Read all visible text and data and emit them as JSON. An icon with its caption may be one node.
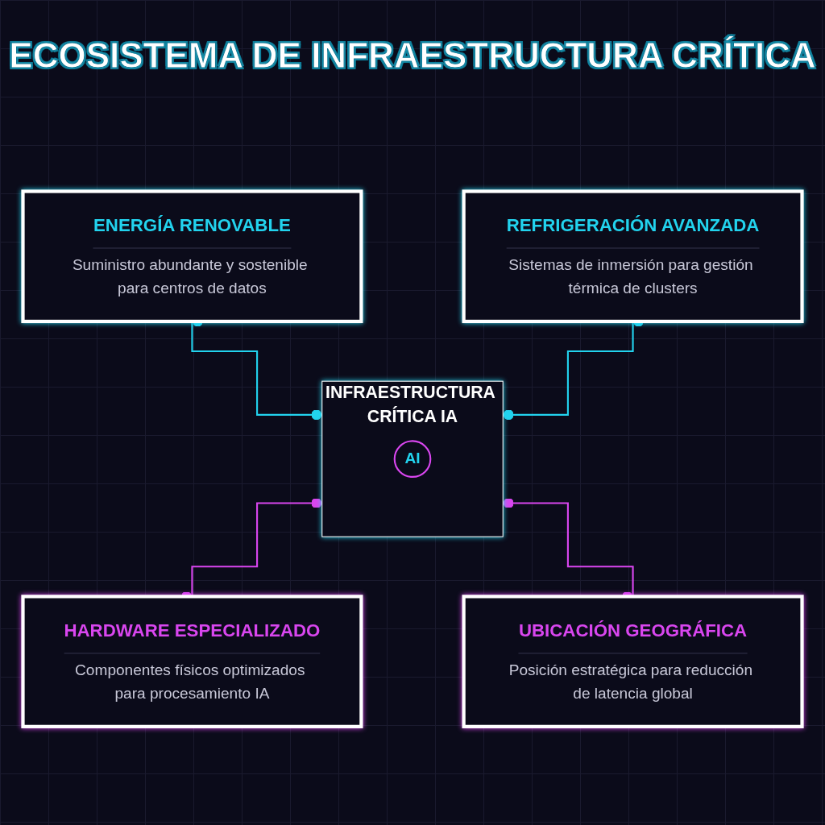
{
  "diagram": {
    "title": "ECOSISTEMA DE INFRAESTRUCTURA CRÍTICA",
    "nodes": [
      {
        "text": [
          "ENERGÍA RENOVABLE",
          "Suministro abundante y sostenible para centros de datos"
        ]
      },
      {
        "text": [
          "REFRIGERACIÓN AVANZADA",
          "Sistemas de inmersión para gestión térmica de clusters"
        ]
      },
      {
        "text": [
          "INFRAESTRUCTURA CRÍTICA IA"
        ]
      },
      {
        "text": [
          "AI"
        ],
        "in": 2
      },
      {
        "text": [
          "HARDWARE ESPECIALIZADO",
          "Componentes físicos optimizados para procesamiento IA"
        ]
      },
      {
        "text": [
          "UBICACIÓN GEOGRÁFICA",
          "Posición estratégica para reducción de latencia global"
        ]
      }
    ],
    "edges": [
      {
        "from": 0,
        "to": 2,
        "arrow": "other",
        "color": "#22d3ee"
      },
      {
        "from": 1,
        "to": 2,
        "arrow": "other",
        "color": "#22d3ee"
      },
      {
        "from": 2,
        "to": 4,
        "arrow": "other",
        "color": "#d946ef"
      },
      {
        "from": 2,
        "to": 5,
        "arrow": "other",
        "color": "#d946ef"
      }
    ]
  }
}
